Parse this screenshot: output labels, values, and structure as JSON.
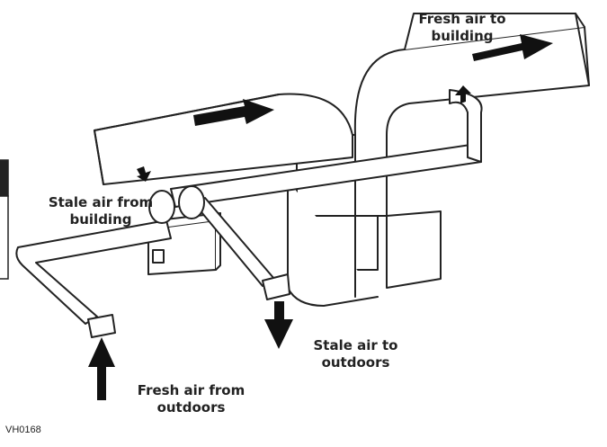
{
  "labels": {
    "fresh_air_to_building": "Fresh air to\nbuilding",
    "stale_air_from_building": "Stale air from\nbuilding",
    "stale_air_to_outdoors": "Stale air to\noutdoors",
    "fresh_air_from_outdoors": "Fresh air from\noutdoors"
  },
  "figure_code": "VH0168",
  "colors": {
    "line": "#222222",
    "fill": "#ffffff",
    "arrow": "#111111"
  }
}
